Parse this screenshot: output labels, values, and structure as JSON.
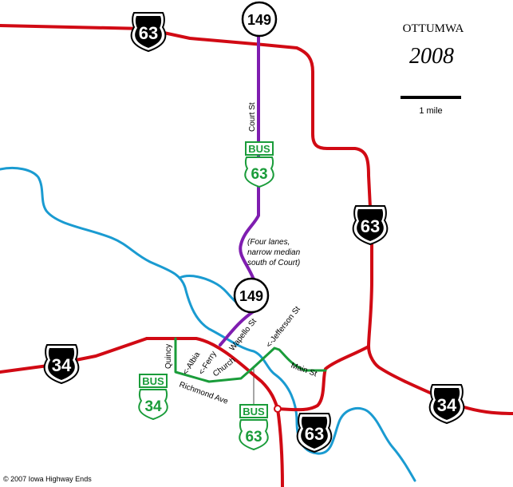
{
  "title": {
    "city": "OTTUMWA",
    "year": "2008"
  },
  "scale": {
    "label": "1 mile"
  },
  "copyright": "© 2007 Iowa Highway Ends",
  "note": {
    "line1": "(Four lanes,",
    "line2": "narrow median",
    "line3": "south of Court)"
  },
  "shields": {
    "us63_top": "63",
    "ia149_top": "149",
    "bus63_north_label": "BUS",
    "bus63_north_num": "63",
    "us63_east": "63",
    "ia149_mid": "149",
    "us34_west": "34",
    "bus34_label": "BUS",
    "bus34_num": "34",
    "bus63_south_label": "BUS",
    "bus63_south_num": "63",
    "us63_south": "63",
    "us34_east": "34"
  },
  "streets": {
    "court": "Court St",
    "wapello": "Wapello St",
    "jefferson": "<-Jefferson St",
    "main": "Main St",
    "quincy": "Quincy",
    "albia": "<-Albia",
    "ferry": "<-Ferry",
    "church": "Church",
    "richmond": "Richmond Ave"
  },
  "colors": {
    "highway": "#d10a14",
    "state_route": "#7f1db0",
    "business": "#1a9c3a",
    "river": "#1a9bd1",
    "local": "#888888"
  }
}
